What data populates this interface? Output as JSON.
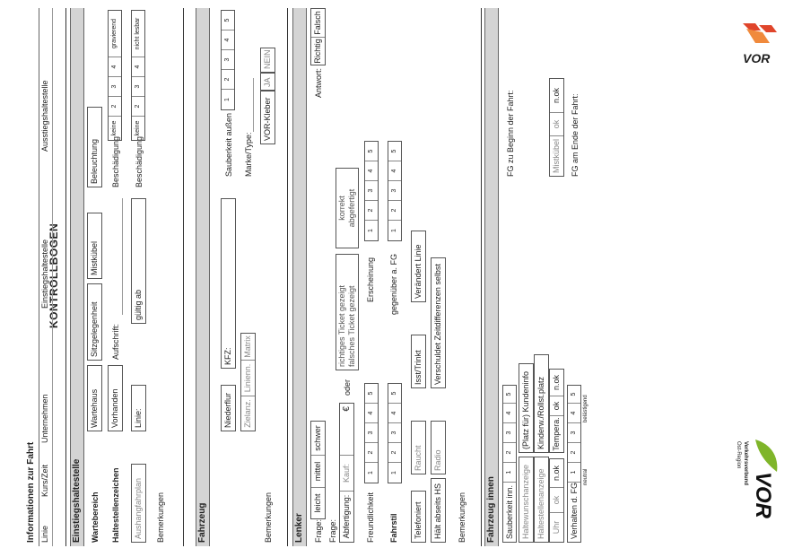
{
  "title": "KONTROLLBOGEN",
  "logo_left": "VOR",
  "logo_right": {
    "mark": "VOR",
    "line1": "Verkehrsverbund",
    "line2": "Ost-Region"
  },
  "colors": {
    "red": "#e0452b",
    "green": "#7fb52a",
    "header_bg": "#d4d4d4"
  },
  "info": {
    "heading": "Informationen zur Fahrt",
    "columns": [
      "Linie",
      "Kurs/Zeit",
      "Unternehmen",
      "Einstiegshaltestelle",
      "Ausstiegshaltestelle"
    ]
  },
  "stop": {
    "heading": "Einstiegshaltestelle",
    "wait_label": "Wartebereich",
    "wait_boxes": [
      "Wartehaus",
      "Sitzgelegenheit",
      "Mistkübel",
      "Beleuchtung"
    ],
    "sign_label": "Haltestellenzeichen",
    "sign_vorhanden": "Vorhanden",
    "sign_aufschrift": "Aufschrift:",
    "damage_label": "Beschädigung",
    "damage_scale": [
      "keine",
      "2",
      "3",
      "4",
      "gravierend"
    ],
    "schedule_box": "Aushangfahrplan",
    "line_label": "Linie:",
    "valid_label": "gültig ab",
    "damage2_label": "Beschädigung",
    "damage2_scale": [
      "keine",
      "2",
      "3",
      "4",
      "nicht lesbar"
    ],
    "remarks": "Bemerkungen"
  },
  "vehicle": {
    "heading": "Fahrzeug",
    "floor_box": "Niederflur",
    "plate_label": "KFZ:",
    "clean_label": "Sauberkeit außen",
    "clean_scale": [
      "1",
      "2",
      "3",
      "4",
      "5"
    ],
    "display_boxes": [
      "Zielanz.",
      "Linienn.",
      "Matrix"
    ],
    "brand_label": "Marke/Type:",
    "sticker_label": "VOR-Kleber",
    "yes": "JA",
    "no": "NEIN",
    "remarks": "Bemerkungen"
  },
  "driver": {
    "heading": "Lenker",
    "question_label": "Frage:",
    "difficulty": [
      "leicht",
      "mittel",
      "schwer"
    ],
    "answer_label": "Antwort:",
    "right": "Richtig",
    "wrong": "Falsch",
    "question2_label": "Frage:",
    "ticketing_label": "Abfertigung:",
    "kauf_label": "Kauf:",
    "euro": "€",
    "oder": "oder",
    "ticket_shown": "richtiges Ticket gezeigt",
    "ticket_wrong": "falsches Ticket gezeigt",
    "ticket_correct_1": "korrekt",
    "ticket_correct_2": "abgefertigt",
    "friendly_label": "Freundlichkeit",
    "appearance_label": "Erscheinung",
    "driving_label": "Fahrstil",
    "vs_fg_label": "gegenüber a. FG",
    "scale": [
      "1",
      "2",
      "3",
      "4",
      "5"
    ],
    "phone": "Telefoniert",
    "smoke": "Raucht",
    "eat": "Isst/Trinkt",
    "route_change": "Verändert Linie",
    "stops_outside": "Hält abseits HS",
    "radio": "Radio",
    "delay": "Verschuldet Zeitdifferenzen selbst",
    "remarks": "Bemerkungen"
  },
  "interior": {
    "heading": "Fahrzeug innen",
    "clean_label": "Sauberkeit inn.",
    "scale": [
      "1",
      "2",
      "3",
      "4",
      "5"
    ],
    "start_label": "FG zu Beginn der Fahrt:",
    "stop_request": "Haltewunschanzeige",
    "customer_info": "(Platz für) Kundeninfo",
    "stop_display": "Haltestellenanzeige",
    "stroller": "Kinderw./Rollst.platz",
    "clock": "Uhr",
    "ok": "ok",
    "nok": "n.ok",
    "temp": "Tempera.",
    "bin": "Mistkübel",
    "behavior_label": "Verhalten d. FG",
    "behavior_scale": [
      "1",
      "2",
      "3",
      "4",
      "5"
    ],
    "neutral": "neutral",
    "disturbing": "belästigend",
    "end_label": "FG am Ende der Fahrt:"
  }
}
